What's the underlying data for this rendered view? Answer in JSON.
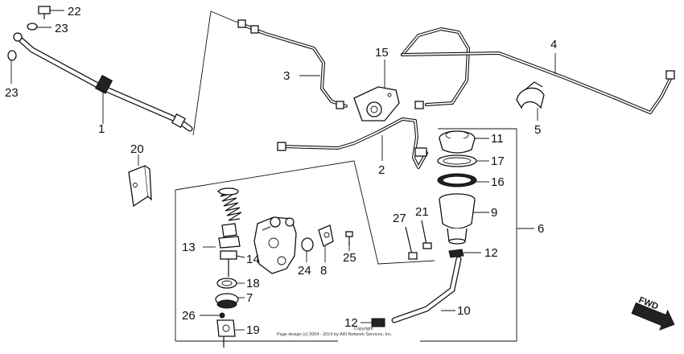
{
  "callouts": {
    "c1": "1",
    "c2": "2",
    "c3": "3",
    "c4": "4",
    "c5": "5",
    "c6": "6",
    "c7": "7",
    "c8": "8",
    "c9": "9",
    "c10": "10",
    "c11": "11",
    "c12a": "12",
    "c12b": "12",
    "c13": "13",
    "c14": "14",
    "c15": "15",
    "c16": "16",
    "c17": "17",
    "c18": "18",
    "c19": "19",
    "c20": "20",
    "c21": "21",
    "c22": "22",
    "c23a": "23",
    "c23b": "23",
    "c24": "24",
    "c25": "25",
    "c26": "26",
    "c27": "27"
  },
  "copyright": {
    "line1": "Copyright",
    "line2": "Page design (c) 2004 - 2014 by ARI Network Services, Inc."
  },
  "direction": {
    "label": "FWD"
  }
}
